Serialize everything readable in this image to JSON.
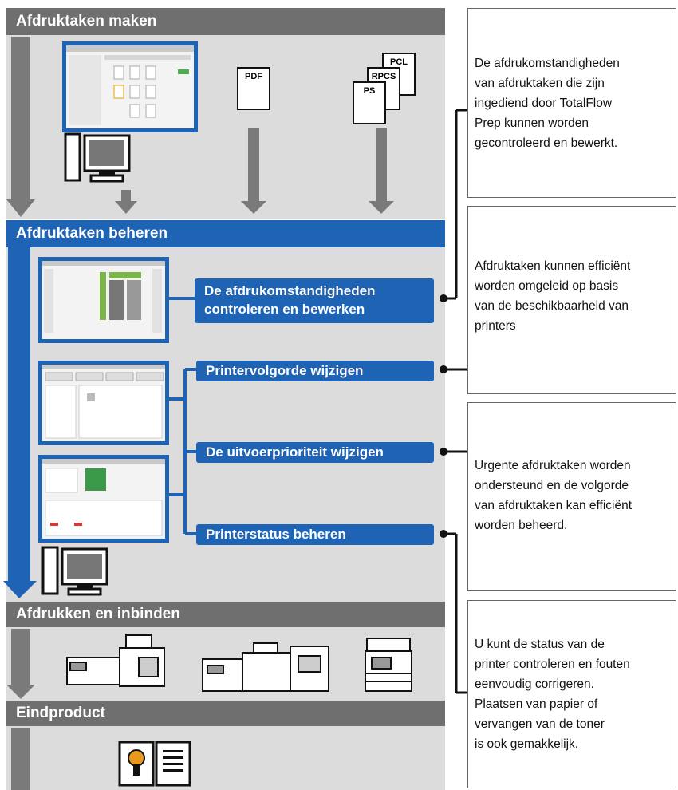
{
  "sections": {
    "make": "Afdruktaken maken",
    "manage": "Afdruktaken beheren",
    "print": "Afdrukken en inbinden",
    "product": "Eindproduct"
  },
  "functions": {
    "check_edit": "De afdrukomstandigheden\ncontroleren en bewerken",
    "printer_order": "Printervolgorde wijzigen",
    "priority": "De uitvoerprioriteit wijzigen",
    "status": "Printerstatus beheren"
  },
  "documents": {
    "pdf": "PDF",
    "pcl": "PCL",
    "rpcs": "RPCS",
    "ps": "PS"
  },
  "notes": [
    "De afdrukomstandigheden\nvan afdruktaken die zijn\ningediend door TotalFlow\nPrep kunnen worden\ngecontroleerd en bewerkt.",
    "Afdruktaken kunnen efficiënt\nworden omgeleid op basis\nvan de beschikbaarheid van\nprinters",
    "Urgente afdruktaken worden\nondersteund en de volgorde\nvan afdruktaken kan efficiënt\nworden beheerd.",
    "U kunt de status van de\nprinter controleren en fouten\neenvoudig corrigeren.\nPlaatsen van papier of\nvervangen van de toner\nis ook gemakkelijk."
  ],
  "colors": {
    "blue": "#1f63b5",
    "gray_header": "#6f6f6f",
    "band": "#dcdcdc",
    "arrow": "#7a7a7a"
  },
  "icons": [
    "monitor-pc-icon",
    "document-icon",
    "arrow-down-icon",
    "production-printer-icon",
    "book-icon"
  ]
}
